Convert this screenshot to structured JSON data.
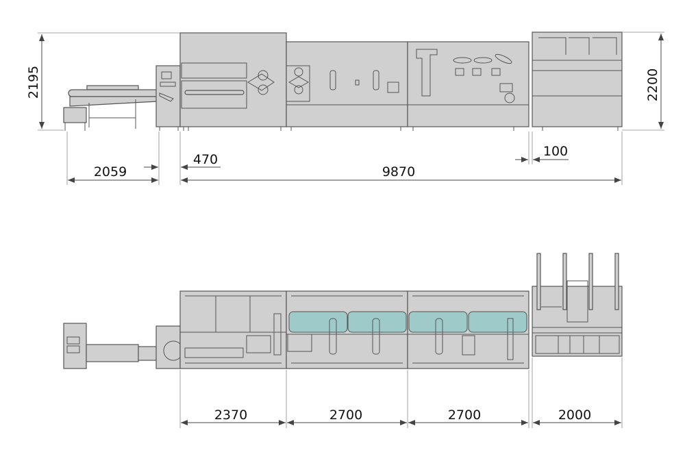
{
  "side_view": {
    "dimensions": {
      "height_left": "2195",
      "height_right": "2200",
      "infeed_length": "2059",
      "gap_infeed": "470",
      "main_length": "9870",
      "gap_right": "100"
    }
  },
  "top_view": {
    "dimensions": {
      "module_1": "2370",
      "module_2": "2700",
      "module_3": "2700",
      "module_4": "2000"
    }
  },
  "colors": {
    "machine_fill": "#d0d0d0",
    "outline": "#555555",
    "highlight_panel": "#9ecbc9"
  }
}
